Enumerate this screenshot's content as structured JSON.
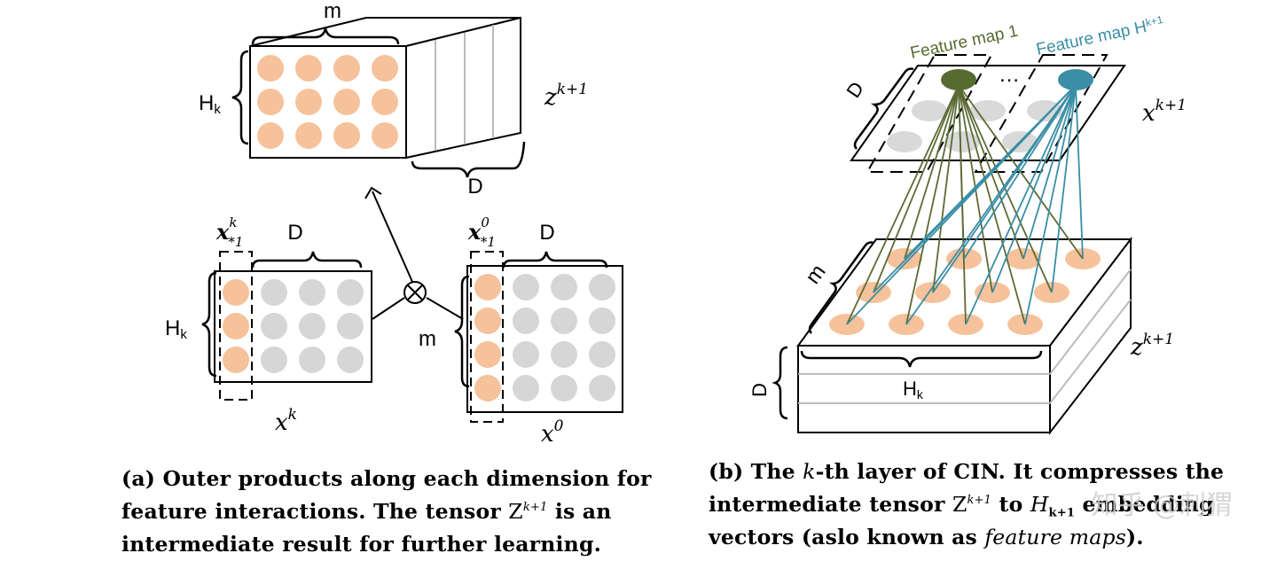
{
  "panel_a": {
    "top_tensor": {
      "m": "m",
      "H": "H",
      "H_sub": "k",
      "D": "D",
      "label_base": "z",
      "label_sup": "k+1"
    },
    "left_matrix": {
      "x_bold": "x",
      "x_sup": "k",
      "x_sub": "*1",
      "D": "D",
      "H": "H",
      "H_sub": "k",
      "label_base": "x",
      "label_sup": "k"
    },
    "right_matrix": {
      "x_bold": "x",
      "x_sup": "0",
      "x_sub": "*1",
      "D": "D",
      "m": "m",
      "label_base": "x",
      "label_sup": "0"
    },
    "caption": {
      "prefix": "(a) Outer products along each dimension for feature interactions. The tensor ",
      "sym": "Z",
      "sym_sup": "k+1",
      "suffix": " is an intermediate result for further learning."
    }
  },
  "panel_b": {
    "feature_map_1": "Feature map 1",
    "feature_map_H": "Feature map H",
    "feature_map_H_sub": "k+1",
    "dots": "…",
    "top_D": "D",
    "top_label_base": "x",
    "top_label_sup": "k+1",
    "bottom_m": "m",
    "bottom_D": "D",
    "bottom_H": "H",
    "bottom_H_sub": "k",
    "bottom_label_base": "z",
    "bottom_label_sup": "k+1",
    "caption": {
      "prefix": "(b) The ",
      "k": "k",
      "mid": "-th layer of CIN. It compresses the intermediate tensor ",
      "sym": "Z",
      "sym_sup": "k+1",
      "mid2": " to ",
      "H": "H",
      "H_sub": "k+1",
      "mid3": " embedding vectors (aslo known as ",
      "fm": "feature maps",
      "end": ")."
    }
  },
  "watermark": "知乎 @刺猬",
  "colors": {
    "orange": "#f6c29b",
    "gray": "#d6d6d6",
    "olive": "#556b2f",
    "teal": "#3b8ea5",
    "line_olive": "#5c6b35",
    "line_teal": "#3a8ea6"
  }
}
